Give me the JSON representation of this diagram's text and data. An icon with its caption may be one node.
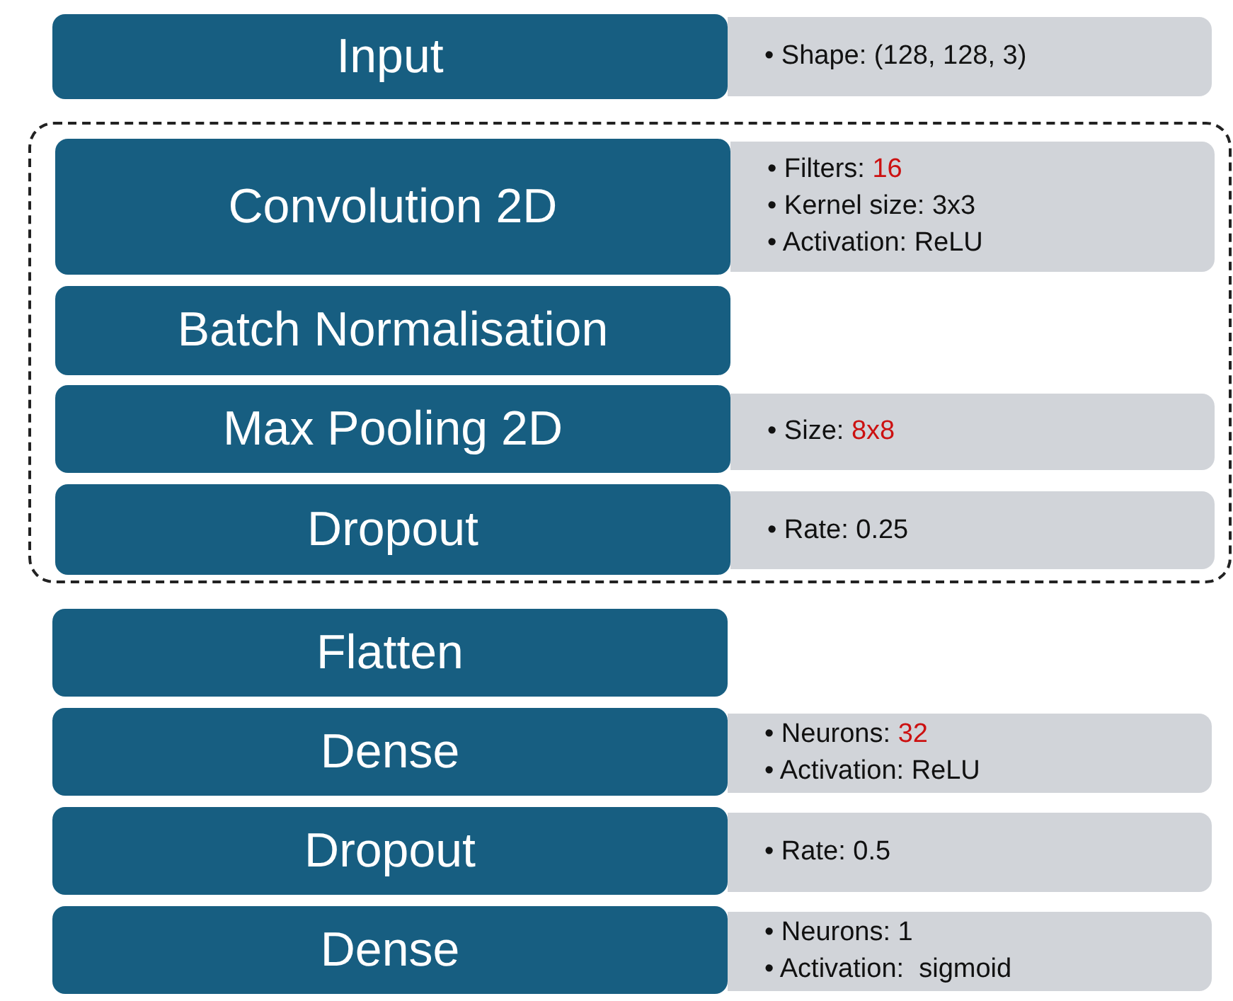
{
  "diagram": {
    "nodes": [
      {
        "text": [
          "Input"
        ]
      },
      {
        "text": [
          "• Shape: (128, 128, 3)"
        ]
      },
      {
        "text": [],
        "shape": "box"
      },
      {
        "text": [
          "Convolution 2D"
        ],
        "in": 2
      },
      {
        "text": [
          "• Filters: **16**",
          "• Kernel size: 3x3",
          "• Activation: ReLU"
        ],
        "in": 2
      },
      {
        "text": [
          "Batch Normalisation"
        ],
        "in": 2
      },
      {
        "text": [
          "Max Pooling 2D"
        ],
        "in": 2
      },
      {
        "text": [
          "• Size: **8x8**"
        ],
        "in": 2
      },
      {
        "text": [
          "Dropout"
        ],
        "in": 2
      },
      {
        "text": [
          "• Rate: 0.25"
        ],
        "in": 2
      },
      {
        "text": [
          "Flatten"
        ]
      },
      {
        "text": [
          "Dense"
        ]
      },
      {
        "text": [
          "• Neurons: **32**",
          "• Activation: ReLU"
        ]
      },
      {
        "text": [
          "Dropout"
        ]
      },
      {
        "text": [
          "• Rate: 0.5"
        ]
      },
      {
        "text": [
          "Dense"
        ]
      },
      {
        "text": [
          "• Neurons: 1",
          "• Activation:  sigmoid"
        ]
      }
    ],
    "edges": []
  }
}
